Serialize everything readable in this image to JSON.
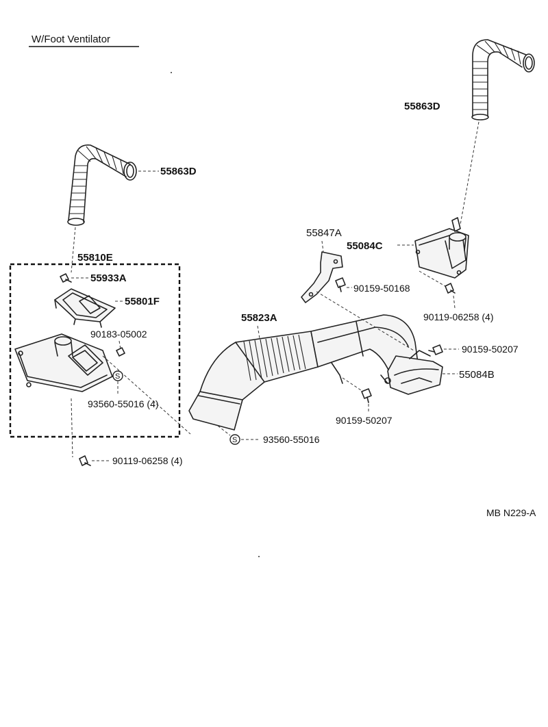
{
  "title": "W/Foot Ventilator",
  "diagram_code": "MB N229-A",
  "symbols": {
    "s_mark": "S"
  },
  "labels": {
    "duct_hose_right": "55863D",
    "duct_hose_left": "55863D",
    "foot_duct_assy": "55810E",
    "screw_55933A": "55933A",
    "duct_55801F": "55801F",
    "clip_90183": "90183-05002",
    "nut_93560_x4": "93560-55016 (4)",
    "screw_90119_left": "90119-06258 (4)",
    "nut_93560": "93560-55016",
    "duct_55823A": "55823A",
    "bracket_55847A": "55847A",
    "duct_55084C": "55084C",
    "bolt_90159_50168": "90159-50168",
    "screw_90119_right": "90119-06258 (4)",
    "bolt_90159_50207_right": "90159-50207",
    "duct_55084B": "55084B",
    "bolt_90159_50207_bottom": "90159-50207"
  }
}
